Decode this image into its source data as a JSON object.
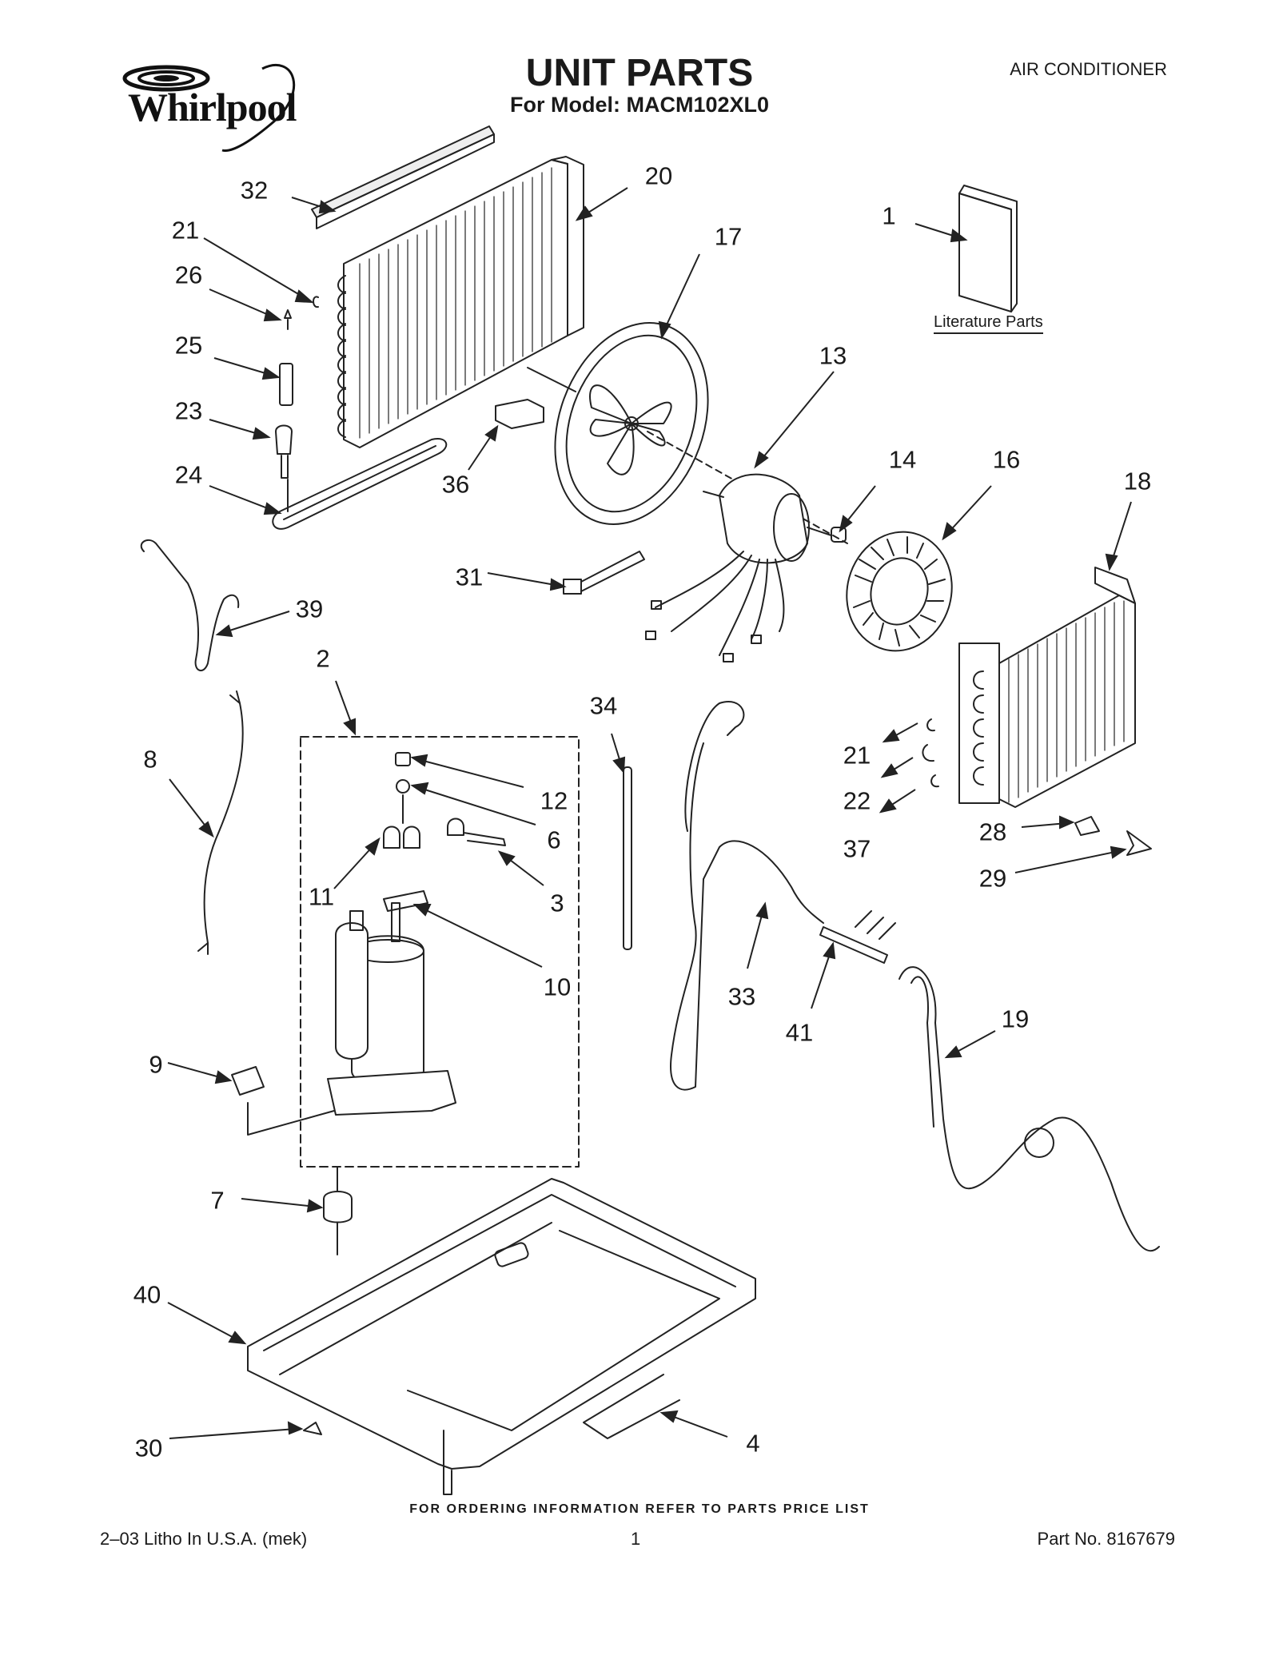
{
  "header": {
    "brand": "Whirlpool",
    "title": "UNIT PARTS",
    "subtitle": "For Model: MACM102XL0",
    "category": "AIR CONDITIONER"
  },
  "literature_label": "Literature Parts",
  "callouts": [
    "32",
    "20",
    "21",
    "26",
    "25",
    "23",
    "24",
    "17",
    "1",
    "13",
    "36",
    "14",
    "16",
    "18",
    "31",
    "39",
    "2",
    "34",
    "8",
    "12",
    "6",
    "21",
    "22",
    "37",
    "28",
    "29",
    "11",
    "3",
    "10",
    "33",
    "41",
    "19",
    "9",
    "7",
    "40",
    "30",
    "4"
  ],
  "footer": {
    "ordering": "FOR ORDERING INFORMATION REFER TO PARTS PRICE LIST",
    "litho": "2–03 Litho In U.S.A. (mek)",
    "page": "1",
    "part_no": "Part No. 8167679"
  }
}
